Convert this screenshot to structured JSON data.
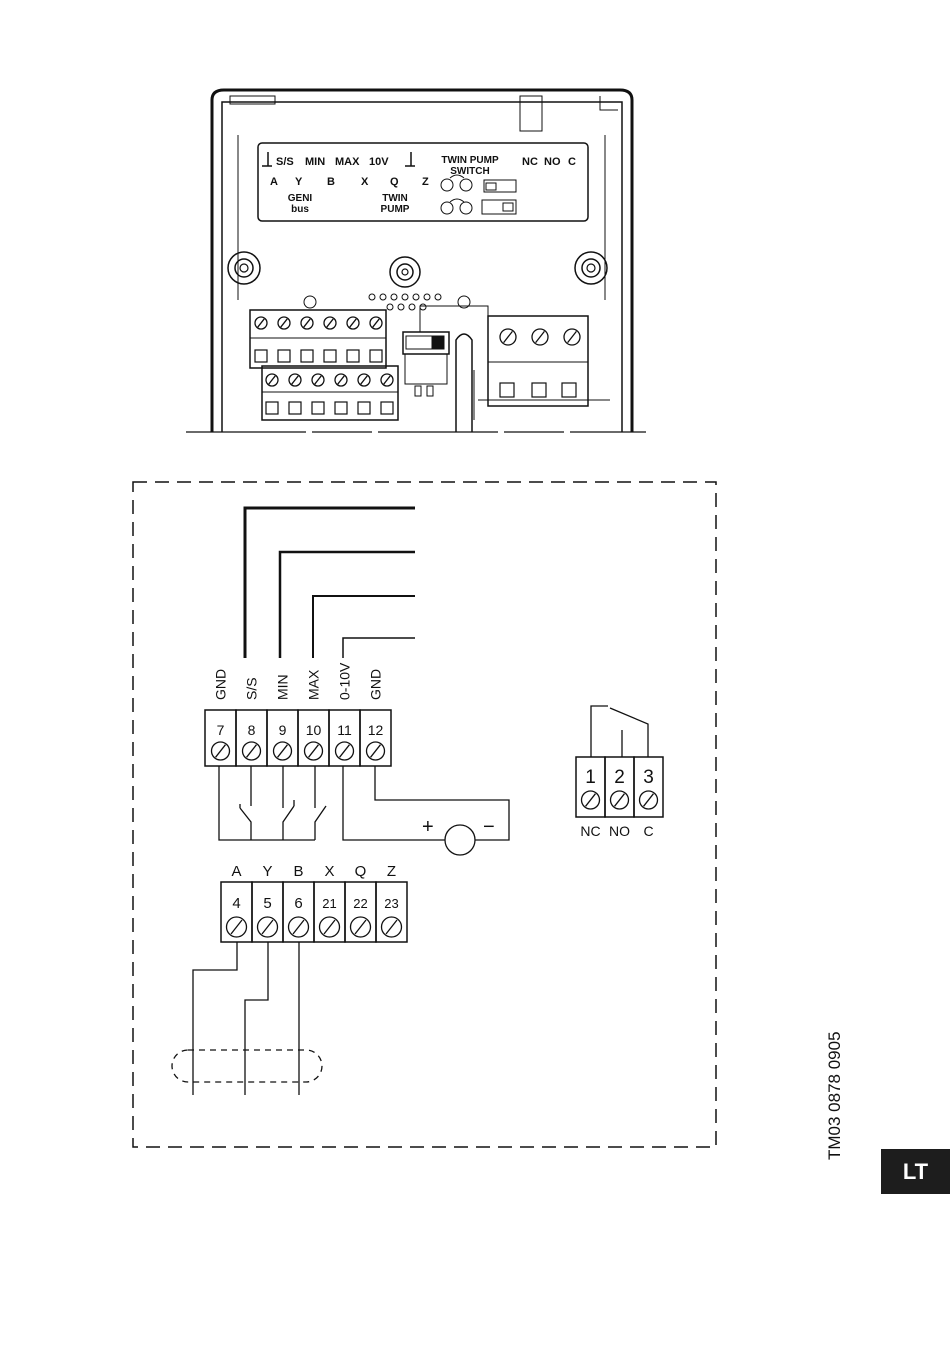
{
  "photo": {
    "panel_labels": {
      "ss": "S/S",
      "min": "MIN",
      "max": "MAX",
      "v10": "10V",
      "twin_pump_switch": "TWIN PUMP\nSWITCH",
      "nc": "NC",
      "no": "NO",
      "c": "C",
      "a": "A",
      "y": "Y",
      "b": "B",
      "x": "X",
      "q": "Q",
      "z": "Z",
      "geni_bus": "GENI\nbus",
      "twin_pump": "TWIN\nPUMP"
    }
  },
  "terminals_top": [
    {
      "label": "GND",
      "number": "7"
    },
    {
      "label": "S/S",
      "number": "8"
    },
    {
      "label": "MIN",
      "number": "9"
    },
    {
      "label": "MAX",
      "number": "10"
    },
    {
      "label": "0-10V",
      "number": "11"
    },
    {
      "label": "GND",
      "number": "12"
    }
  ],
  "terminals_bus": [
    {
      "label": "A",
      "number": "4"
    },
    {
      "label": "Y",
      "number": "5"
    },
    {
      "label": "B",
      "number": "6"
    },
    {
      "label": "X",
      "number": "21"
    },
    {
      "label": "Q",
      "number": "22"
    },
    {
      "label": "Z",
      "number": "23"
    }
  ],
  "relay": [
    {
      "number": "1",
      "label": "NC"
    },
    {
      "number": "2",
      "label": "NO"
    },
    {
      "number": "3",
      "label": "C"
    }
  ],
  "signal_source": {
    "plus": "+",
    "minus": "−"
  },
  "tm_code": "TM03 0878 0905",
  "lang_badge": "LT"
}
